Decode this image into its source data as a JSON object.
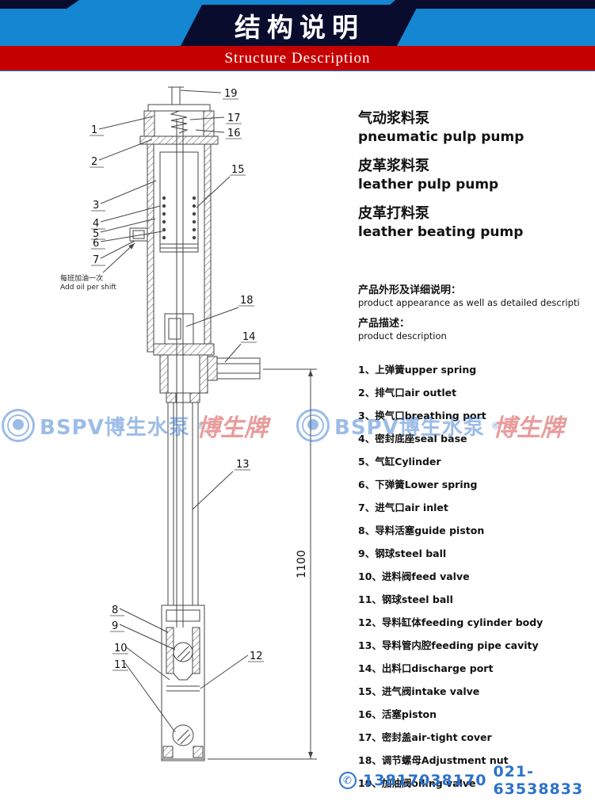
{
  "header": {
    "title": "结构说明",
    "subtitle": "Structure Description"
  },
  "products": [
    {
      "zh": "气动浆料泵",
      "en": "pneumatic pulp pump"
    },
    {
      "zh": "皮革浆料泵",
      "en": "leather pulp pump"
    },
    {
      "zh": "皮革打料泵",
      "en": "leather beating pump"
    }
  ],
  "description": {
    "detail_zh": "产品外形及详细说明：",
    "detail_en": "product appearance as well as detailed descripti",
    "desc_zh": "产品描述：",
    "desc_en": "product description"
  },
  "parts": {
    "items": [
      {
        "num": "1",
        "zh": "上弹簧",
        "en": "upper spring"
      },
      {
        "num": "2",
        "zh": "排气口",
        "en": "air outlet"
      },
      {
        "num": "3",
        "zh": "换气口",
        "en": "breathing port"
      },
      {
        "num": "4",
        "zh": "密封底座",
        "en": "seal base"
      },
      {
        "num": "5",
        "zh": "气缸",
        "en": "Cylinder"
      },
      {
        "num": "6",
        "zh": "下弹簧",
        "en": "Lower spring"
      },
      {
        "num": "7",
        "zh": "进气口",
        "en": "air inlet"
      },
      {
        "num": "8",
        "zh": "导料活塞",
        "en": "guide piston"
      },
      {
        "num": "9",
        "zh": "钢球",
        "en": "steel ball"
      },
      {
        "num": "10",
        "zh": "进料阀",
        "en": "feed valve"
      },
      {
        "num": "11",
        "zh": "钢球",
        "en": "steel ball"
      },
      {
        "num": "12",
        "zh": "导料缸体",
        "en": "feeding cylinder body"
      },
      {
        "num": "13",
        "zh": "导料管内腔",
        "en": "feeding pipe cavity"
      },
      {
        "num": "14",
        "zh": "出料口",
        "en": "discharge port"
      },
      {
        "num": "15",
        "zh": "进气阀",
        "en": "intake valve"
      },
      {
        "num": "16",
        "zh": "活塞",
        "en": "piston"
      },
      {
        "num": "17",
        "zh": "密封盖",
        "en": "air-tight cover"
      },
      {
        "num": "18",
        "zh": "调节螺母",
        "en": "Adjustment nut"
      },
      {
        "num": "19",
        "zh": "加油阀",
        "en": "oiling valve"
      }
    ]
  },
  "diagram": {
    "oil_note_zh": "每班加油一次",
    "oil_note_en": "Add oil per shift",
    "dimension": "1100",
    "callouts": [
      "1",
      "2",
      "3",
      "4",
      "5",
      "6",
      "7",
      "8",
      "9",
      "10",
      "11",
      "12",
      "13",
      "14",
      "15",
      "16",
      "17",
      "18",
      "19"
    ]
  },
  "watermark": {
    "brand": "BSPV博生水泵",
    "reg": "®",
    "label": "博生牌"
  },
  "footer": {
    "phone_icon": "✆",
    "phone1": "13817038170",
    "phone2": "021-63538833"
  }
}
